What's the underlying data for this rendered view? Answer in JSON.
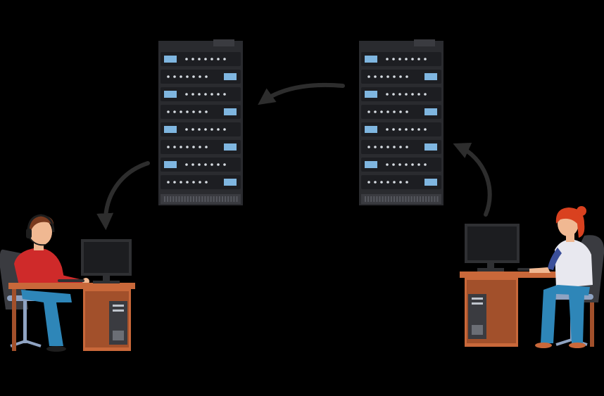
{
  "scene": {
    "background": "#000000",
    "nodes": [
      {
        "id": "server-left",
        "kind": "server-rack",
        "units": 8
      },
      {
        "id": "server-right",
        "kind": "server-rack",
        "units": 8
      },
      {
        "id": "man-workstation",
        "kind": "person-at-computer",
        "person": "man-with-headset"
      },
      {
        "id": "woman-workstation",
        "kind": "person-at-computer",
        "person": "woman-with-red-hair"
      }
    ],
    "arrows": [
      {
        "from": "woman-workstation",
        "to": "server-right"
      },
      {
        "from": "server-right",
        "to": "server-left"
      },
      {
        "from": "server-left",
        "to": "man-workstation"
      }
    ],
    "colors": {
      "rack": "#2a2b2f",
      "rack_unit": "#1d1e22",
      "led": "#d8dde3",
      "screen_led": "#7fb6e0",
      "arrow": "#2d2d2d",
      "desk": "#c9683a",
      "desk_dark": "#a2502b",
      "monitor": "#2f3033",
      "man_shirt": "#cf2a2a",
      "man_jeans": "#2e86b8",
      "woman_shirt": "#e8e8ef",
      "woman_sleeve": "#3b4f9a",
      "woman_hair": "#d9411f",
      "woman_jeans": "#2e86b8",
      "chair": "#3a3b40",
      "chair_frame": "#8fa3c2",
      "skin": "#f0b892"
    }
  }
}
